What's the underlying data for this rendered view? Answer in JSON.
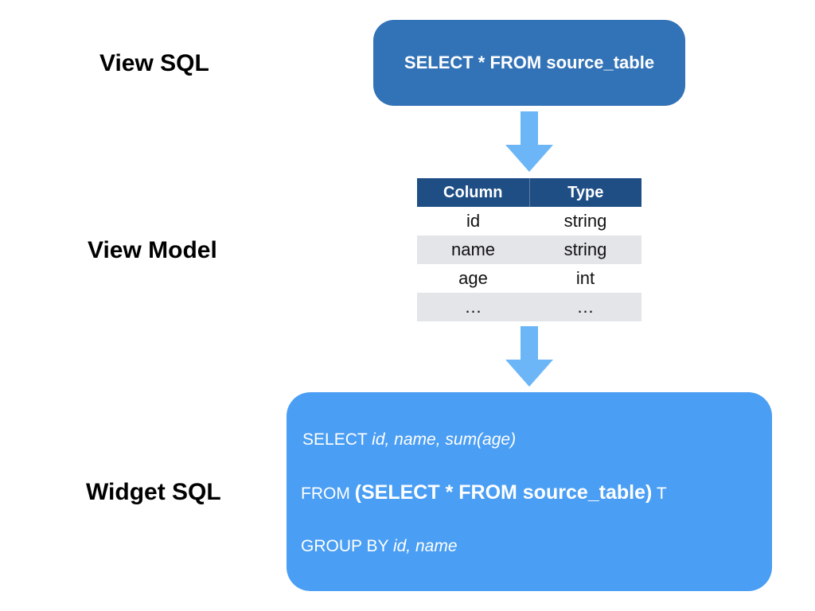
{
  "labels": {
    "view_sql": "View SQL",
    "view_model": "View Model",
    "widget_sql": "Widget SQL"
  },
  "view_sql_query": "SELECT * FROM source_table",
  "view_model": {
    "headers": [
      "Column",
      "Type"
    ],
    "rows": [
      [
        "id",
        "string"
      ],
      [
        "name",
        "string"
      ],
      [
        "age",
        "int"
      ],
      [
        "…",
        "…"
      ]
    ]
  },
  "widget_sql": {
    "select_kw": "SELECT",
    "select_fields": "id, name, sum(age)",
    "from_kw": "FROM",
    "subquery": "(SELECT * FROM source_table)",
    "alias": "T",
    "group_kw": "GROUP BY",
    "group_fields": "id, name"
  },
  "colors": {
    "view_sql_box": "#3272b6",
    "table_header": "#1f4e85",
    "arrow": "#6cb6f7",
    "widget_box": "#4a9ef3"
  }
}
